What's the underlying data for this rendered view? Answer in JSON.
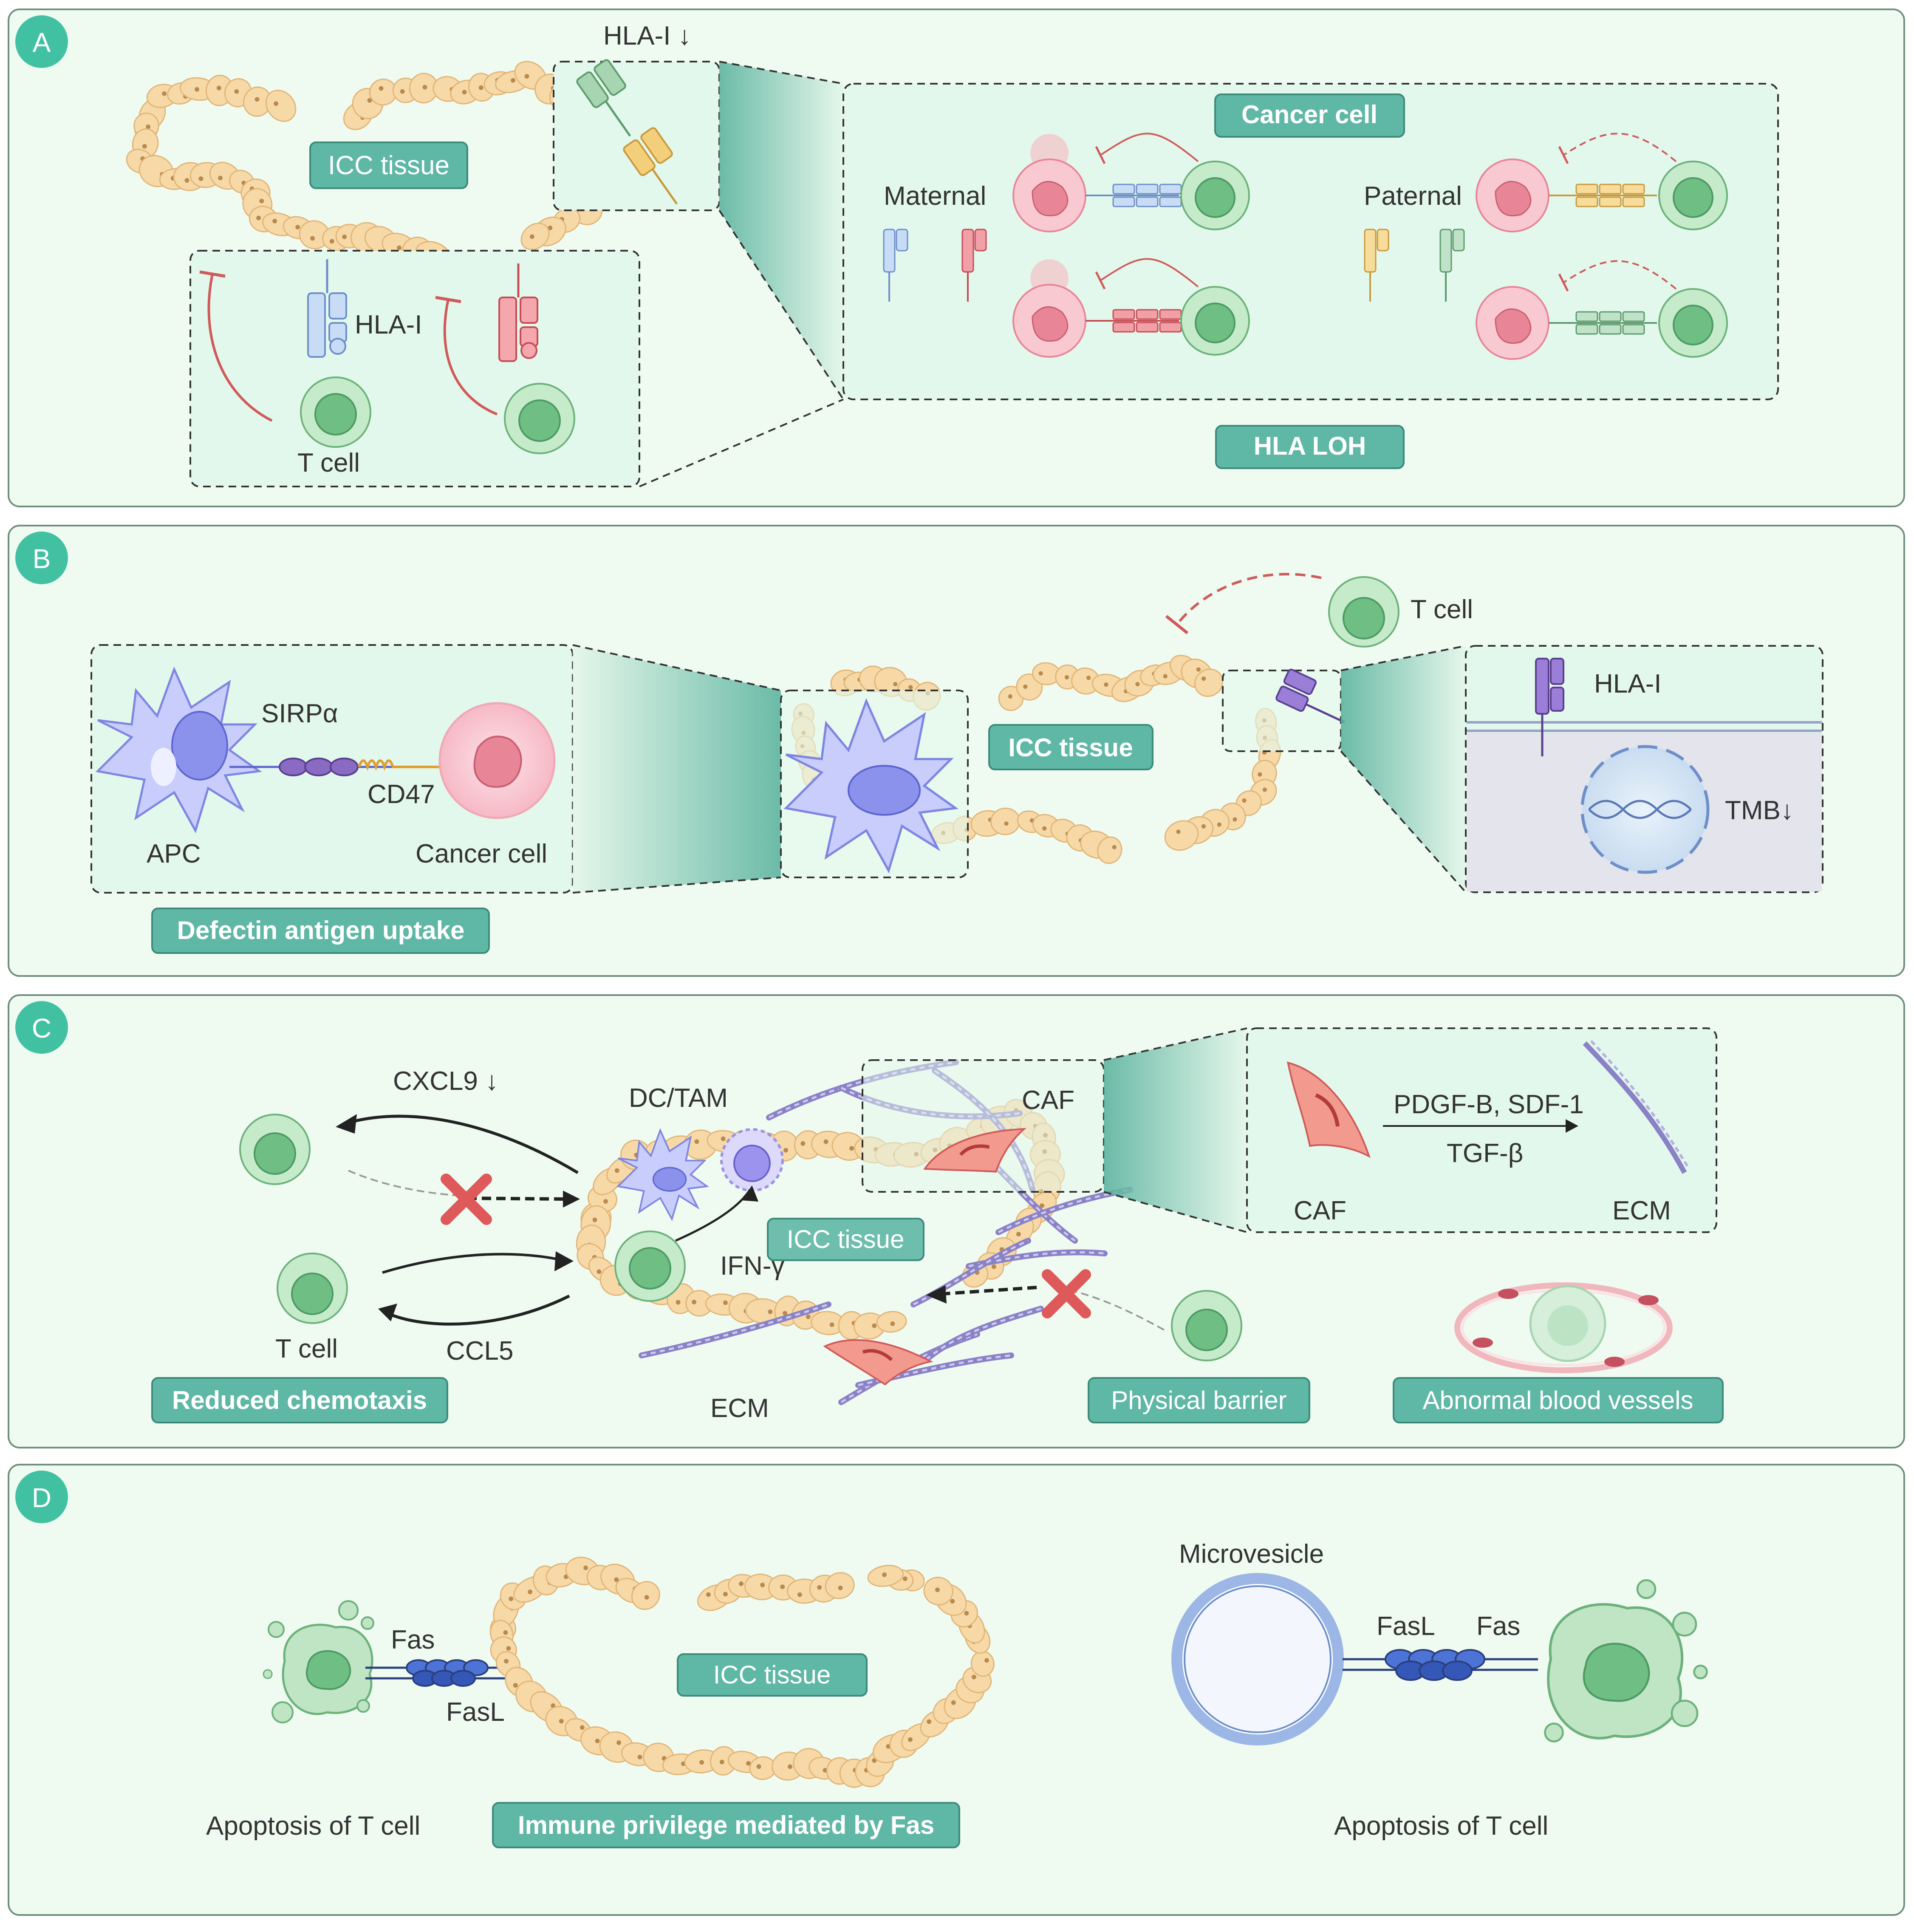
{
  "colors": {
    "panel_bg": "#effbf1",
    "panel_border": "#6f8f7c",
    "badge": "#42c1a2",
    "tag_bg": "#5fb7a5",
    "tissue_cell": "#f7d9a8",
    "t_cell": "#9fd6a6",
    "cancer_cell": "#f3a6b4",
    "maternal_blue": "#a9c6f0",
    "maternal_red": "#e8747c",
    "paternal_yellow": "#f3cf7c",
    "paternal_green": "#a7d4b1",
    "apc_purple": "#9aa3f2",
    "ecm_purple": "#8a82c6",
    "inhibit_red": "#d05a5a"
  },
  "panel_a": {
    "badge": "A",
    "hla_down": "HLA-I ↓",
    "icc_tissue": "ICC tissue",
    "hla_i": "HLA-I",
    "t_cell": "T cell",
    "cancer_cell": "Cancer cell",
    "maternal": "Maternal",
    "paternal": "Paternal",
    "hla_loh": "HLA LOH"
  },
  "panel_b": {
    "badge": "B",
    "sirpa": "SIRPα",
    "cd47": "CD47",
    "apc": "APC",
    "cancer_cell": "Cancer cell",
    "defect_tag": "Defectin antigen uptake",
    "icc_tissue": "ICC tissue",
    "t_cell": "T cell",
    "hla_i": "HLA-I",
    "tmb": "TMB↓"
  },
  "panel_c": {
    "badge": "C",
    "cxcl9": "CXCL9 ↓",
    "dc_tam": "DC/TAM",
    "caf": "CAF",
    "icc_tissue": "ICC tissue",
    "ifn": "IFN-γ",
    "t_cell": "T cell",
    "ccl5": "CCL5",
    "ecm": "ECM",
    "reduced_tag": "Reduced chemotaxis",
    "physical_tag": "Physical barrier",
    "abnormal_tag": "Abnormal blood vessels",
    "pdgf": "PDGF-B, SDF-1",
    "tgf": "TGF-β",
    "caf_zoom": "CAF",
    "ecm_zoom": "ECM"
  },
  "panel_d": {
    "badge": "D",
    "fas": "Fas",
    "fasl": "FasL",
    "icc_tissue": "ICC tissue",
    "apoptosis_left": "Apoptosis of T cell",
    "fas_tag": "Immune privilege mediated by Fas",
    "microvesicle": "Microvesicle",
    "fasl_right": "FasL",
    "fas_right": "Fas",
    "apoptosis_right": "Apoptosis of T cell"
  }
}
